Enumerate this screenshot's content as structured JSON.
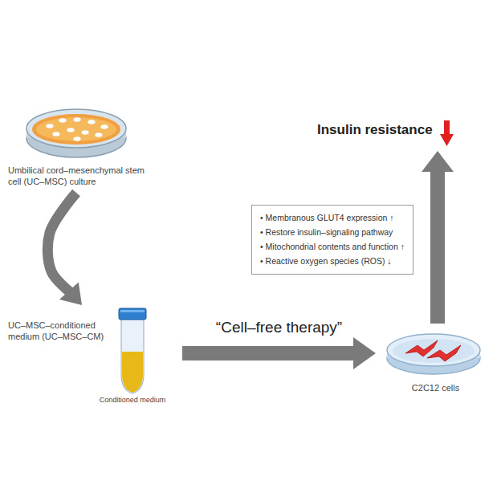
{
  "diagram": {
    "nodes": [
      {
        "text": [
          "Umbilical cord–mesenchymal stem cell (UC–MSC) culture"
        ]
      },
      {
        "text": [
          "UC–MSC–conditioned medium (UC–MSC–CM)",
          "Conditioned medium"
        ]
      },
      {
        "text": [
          "C2C12 cells"
        ]
      },
      {
        "text": [
          "• Membranous GLUT4 expression ↑",
          "• Restore insulin–signaling pathway",
          "• Mitochondrial contents and function ↑",
          "• Reactive oxygen species (ROS) ↓"
        ]
      },
      {
        "text": [
          "Insulin resistance"
        ]
      }
    ],
    "edges": [
      {
        "from": 0,
        "to": 1,
        "arrow": "to"
      },
      {
        "from": 1,
        "to": 2,
        "label": "“Cell–free therapy”",
        "arrow": "to"
      },
      {
        "from": 2,
        "to": 4,
        "arrow": "to"
      }
    ]
  }
}
